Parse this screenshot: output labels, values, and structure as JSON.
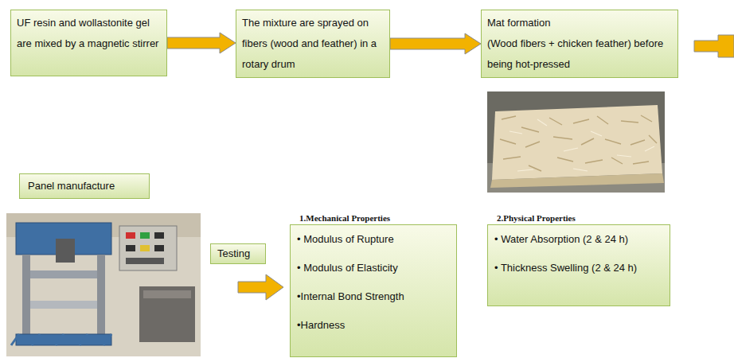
{
  "diagram": {
    "nodes": [
      {
        "text": [
          "UF resin and wollastonite gel are mixed by a magnetic stirrer"
        ]
      },
      {
        "text": [
          "The mixture are sprayed on fibers (wood and feather) in a rotary drum"
        ]
      },
      {
        "text": [
          "Mat formation",
          "(Wood fibers + chicken feather) before being hot-pressed"
        ]
      },
      {
        "text": [
          "Panel manufacture"
        ]
      },
      {
        "text": [
          "Testing"
        ]
      },
      {
        "text": [
          "1.Mechanical Properties",
          "• Modulus of Rupture",
          "• Modulus of Elasticity",
          "•Internal Bond Strength",
          "•Hardness"
        ]
      },
      {
        "text": [
          "2.Physical Properties",
          "• Water Absorption (2 & 24 h)",
          "• Thickness Swelling (2 & 24 h)"
        ]
      }
    ],
    "edges": [
      {
        "from": 0,
        "to": 1,
        "arrow": "to"
      },
      {
        "from": 1,
        "to": 2,
        "arrow": "to"
      }
    ]
  }
}
